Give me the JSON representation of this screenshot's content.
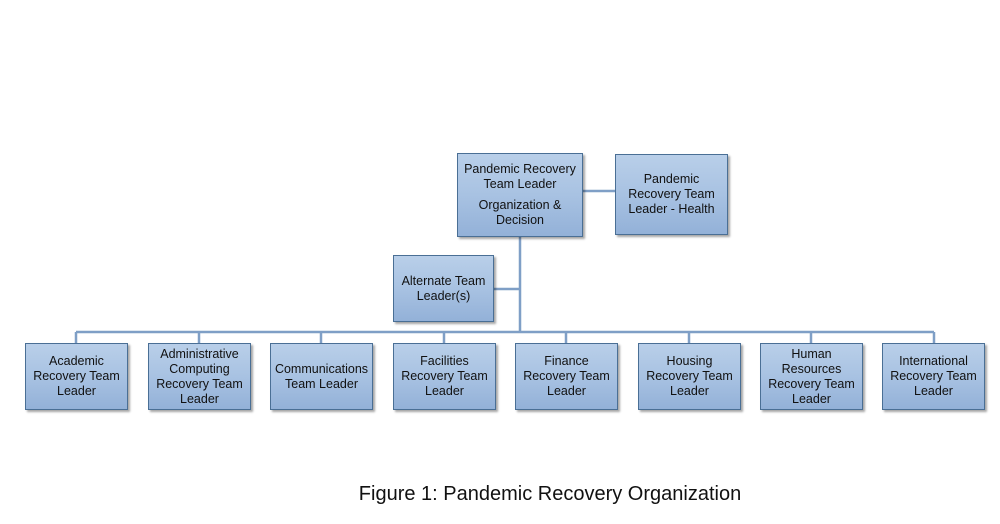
{
  "diagram": {
    "top": {
      "title": "Pandemic Recovery\nTeam Leader",
      "subtitle": "Organization &\nDecision"
    },
    "health": "Pandemic\nRecovery Team\nLeader - Health",
    "alternate": "Alternate Team\nLeader(s)",
    "leaders": [
      "Academic\nRecovery Team\nLeader",
      "Administrative\nComputing\nRecovery Team\nLeader",
      "Communications\nTeam Leader",
      "Facilities\nRecovery Team\nLeader",
      "Finance\nRecovery Team\nLeader",
      "Housing\nRecovery Team\nLeader",
      "Human\nResources\nRecovery Team\nLeader",
      "International\nRecovery Team\nLeader"
    ],
    "line_color": "#7f9fc6",
    "box_color": "#a8c2e2"
  },
  "caption": "Figure 1: Pandemic Recovery Organization"
}
